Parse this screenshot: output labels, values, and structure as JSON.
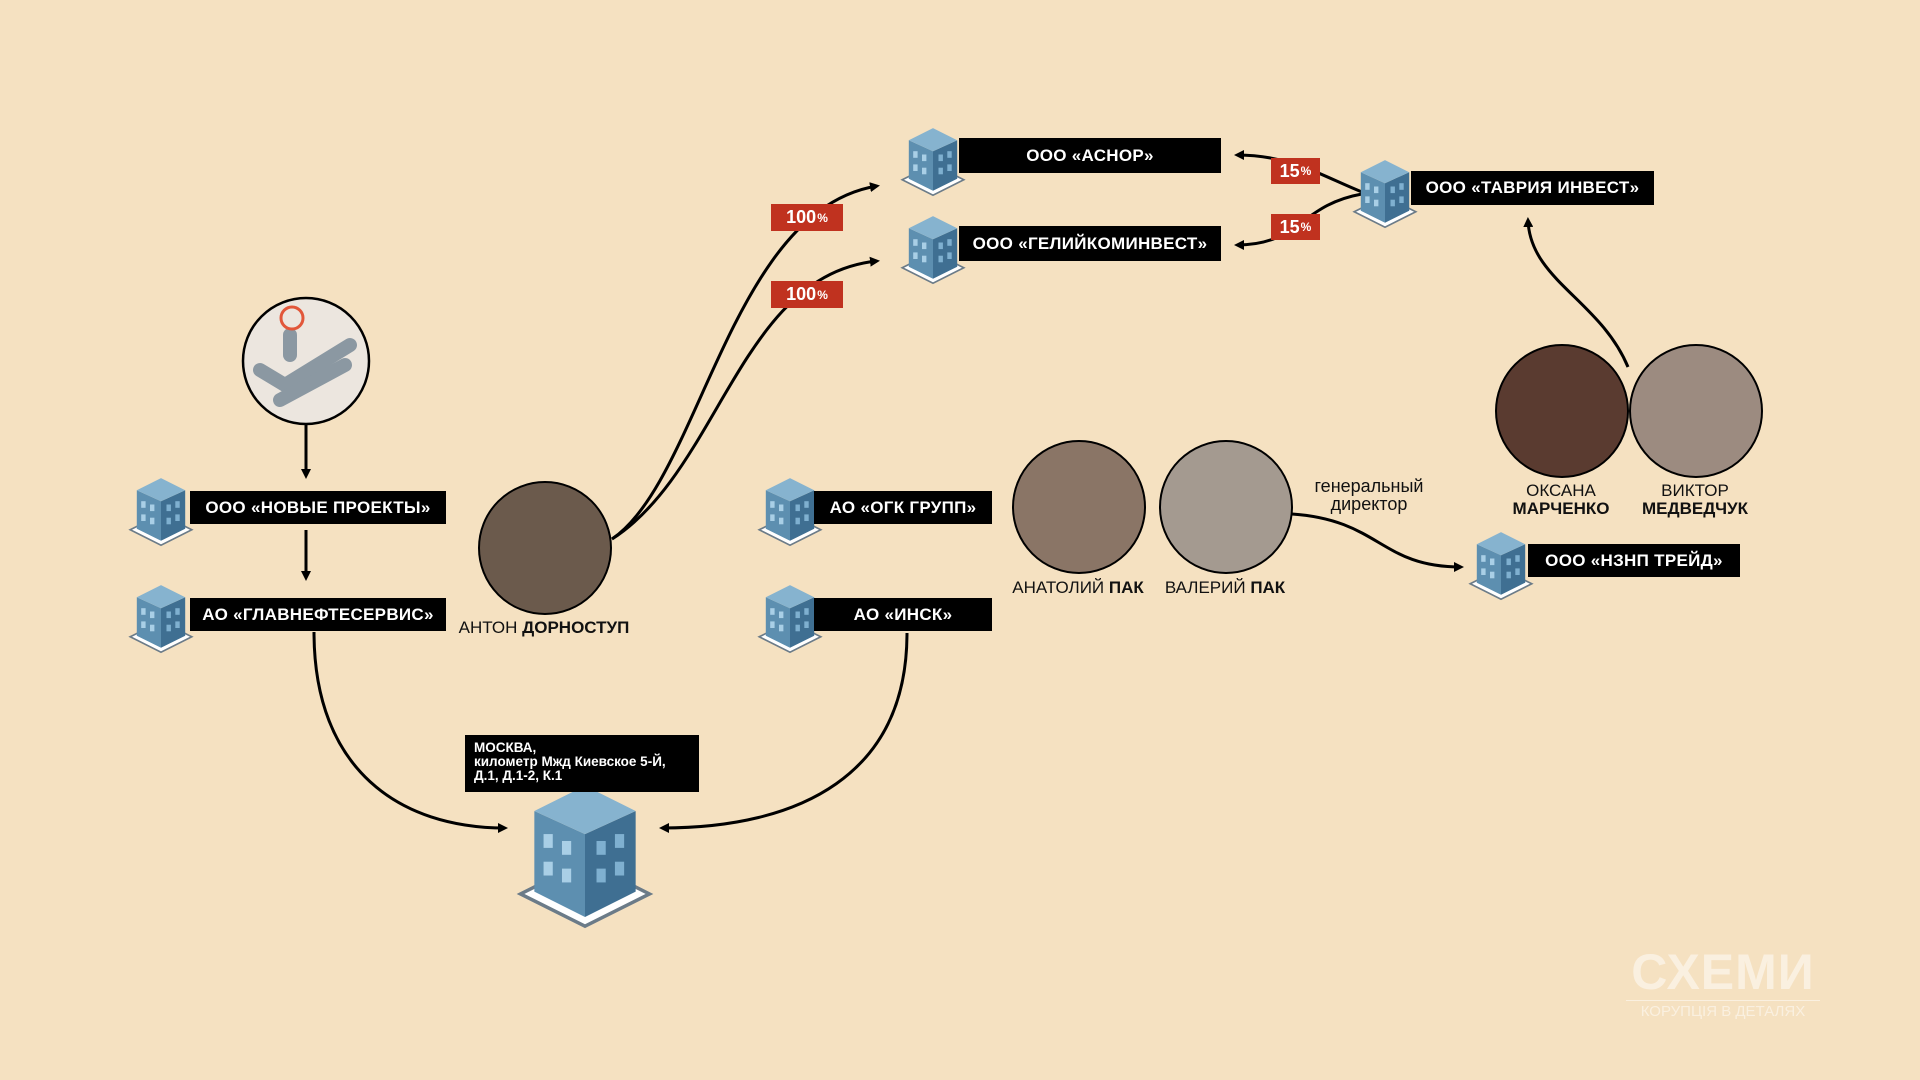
{
  "companies": {
    "asnor": "ООО «АСНОР»",
    "geliy": "ООО «ГЕЛИЙКОМИНВЕСТ»",
    "tavria": "ООО «ТАВРИЯ ИНВЕСТ»",
    "novye": "ООО «НОВЫЕ ПРОЕКТЫ»",
    "glavneft": "АО «ГЛАВНЕФТЕСЕРВИС»",
    "ogk": "АО «ОГК ГРУПП»",
    "insk": "АО «ИНСК»",
    "nznp": "ООО «НЗНП ТРЕЙД»"
  },
  "badges": {
    "b100a": "100",
    "b100b": "100",
    "b15a": "15",
    "b15b": "15",
    "pct": "%"
  },
  "address": {
    "line1": "МОСКВА,",
    "line2": "километр Мжд Киевское 5-Й,",
    "line3": "Д.1, Д.1-2, К.1"
  },
  "people": {
    "anton": {
      "first": "АНТОН",
      "last": "ДОРНОСТУП"
    },
    "anatoly": {
      "first": "АНАТОЛИЙ",
      "last": "ПАК"
    },
    "valery": {
      "first": "ВАЛЕРИЙ",
      "last": "ПАК"
    },
    "oksana": {
      "first": "ОКСАНА",
      "last": "МАРЧЕНКО"
    },
    "viktor": {
      "first": "ВИКТОР",
      "last": "МЕДВЕДЧУК"
    }
  },
  "role": {
    "line1": "генеральный",
    "line2": "директор"
  },
  "logo": {
    "title": "СХЕМИ",
    "subtitle": "КОРУПЦІЯ В ДЕТАЛЯХ"
  },
  "colors": {
    "background": "#f5e1c1",
    "badge": "#c0321f",
    "building": "#6e9bb8"
  }
}
